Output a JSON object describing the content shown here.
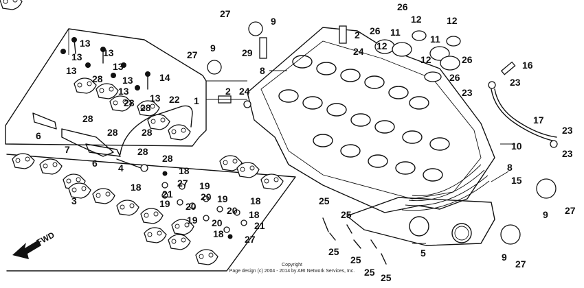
{
  "diagram": {
    "forward_label": "FWD",
    "copyright_line1": "Copyright",
    "copyright_line2": "Page design (c) 2004 - 2014 by ARI Network Services, Inc.",
    "callouts": [
      "1",
      "2",
      "2",
      "3",
      "4",
      "5",
      "6",
      "6",
      "7",
      "8",
      "8",
      "9",
      "9",
      "9",
      "10",
      "11",
      "11",
      "12",
      "12",
      "12",
      "13",
      "13",
      "13",
      "13",
      "13",
      "13",
      "13",
      "13",
      "14",
      "15",
      "16",
      "17",
      "18",
      "18",
      "18",
      "18",
      "18",
      "19",
      "19",
      "19",
      "19",
      "20",
      "20",
      "20",
      "20",
      "21",
      "21",
      "22",
      "23",
      "23",
      "23",
      "23",
      "24",
      "24",
      "25",
      "25",
      "25",
      "25",
      "25",
      "25",
      "26",
      "26",
      "26",
      "26",
      "27",
      "27",
      "27",
      "27",
      "27",
      "28",
      "28",
      "28",
      "28",
      "28",
      "28",
      "28",
      "28",
      "29"
    ]
  }
}
